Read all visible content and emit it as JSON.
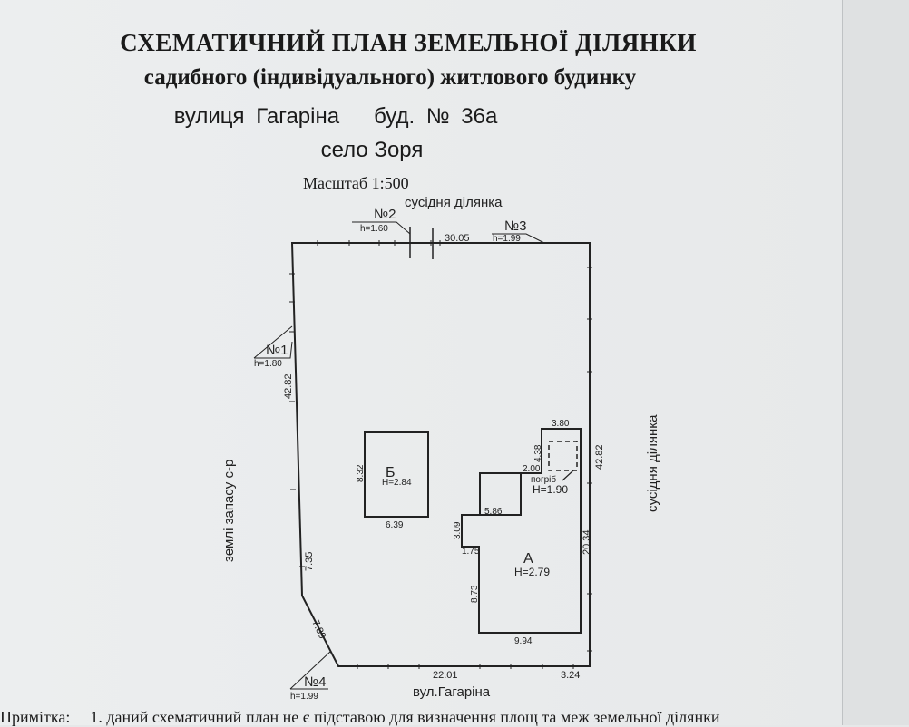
{
  "title": "СХЕМАТИЧНИЙ ПЛАН ЗЕМЕЛЬНОЇ ДІЛЯНКИ",
  "subtitle": "садибного (індивідуального) житлового будинку",
  "address_line": "вулиця Гагаріна   буд. № 36а",
  "village": "село Зоря",
  "scale": "Масштаб 1:500",
  "plan": {
    "north_label": "сусідня ділянка",
    "east_label": "сусідня ділянка",
    "west_label": "землі запасу с-р",
    "south_label": "вул.Гагаріна",
    "points": [
      {
        "name": "№1",
        "h": "h=1.80"
      },
      {
        "name": "№2",
        "h": "h=1.60"
      },
      {
        "name": "№3",
        "h": "h=1.99"
      },
      {
        "name": "№4",
        "h": "h=1.99"
      }
    ],
    "dims": {
      "top": "30.05",
      "left_upper": "42.82",
      "left_lower": "7.35",
      "diagonal": "7.89",
      "bottom": "22.01",
      "bottom_right": "3.24",
      "right_upper": "42.82",
      "right_lower": "20.34"
    },
    "building_b": {
      "label": "Б",
      "height": "H=2.84",
      "side": "8.32",
      "bottom": "6.39"
    },
    "building_a": {
      "label": "А",
      "height": "H=2.79",
      "d1": "3.80",
      "d2": "4.38",
      "d3": "2.00",
      "d4": "5.86",
      "d5": "3.09",
      "d6": "1.75",
      "d7": "8.73",
      "d8": "9.94"
    },
    "cellar": {
      "label": "погріб",
      "height": "H=1.90"
    }
  },
  "note": {
    "prefix": "Примітка:",
    "text": "1. даний схематичний план не є підставою для визначення площ та меж земельної ділянки"
  }
}
